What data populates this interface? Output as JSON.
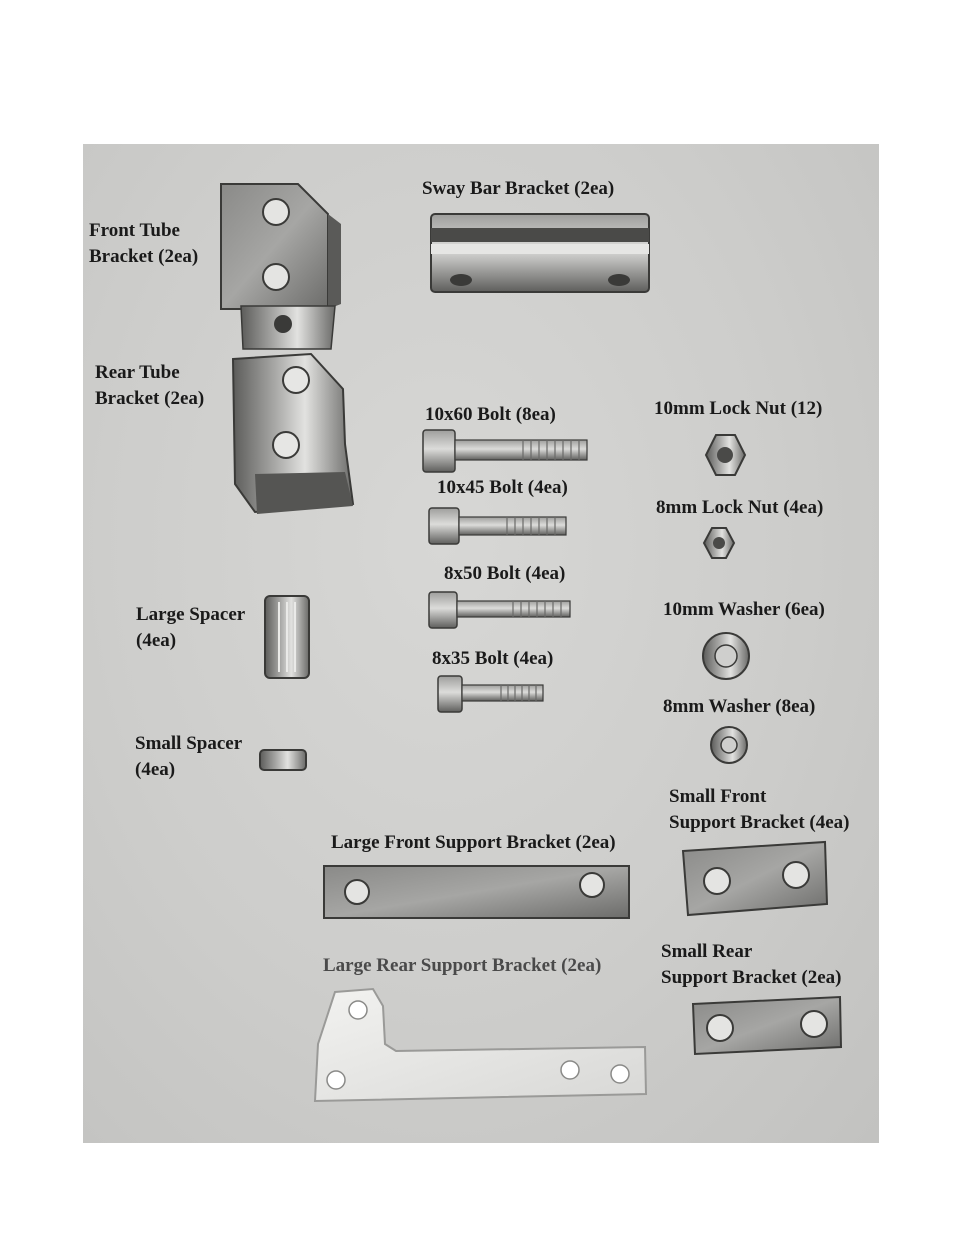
{
  "labels": {
    "front_tube_bracket": [
      "Front Tube",
      "Bracket (2ea)"
    ],
    "sway_bar_bracket": "Sway Bar Bracket (2ea)",
    "rear_tube_bracket": [
      "Rear Tube",
      "Bracket (2ea)"
    ],
    "bolt_10x60": "10x60 Bolt (8ea)",
    "lock_nut_10mm": "10mm Lock Nut (12)",
    "bolt_10x45": "10x45 Bolt (4ea)",
    "lock_nut_8mm": "8mm Lock Nut (4ea)",
    "bolt_8x50": "8x50 Bolt (4ea)",
    "large_spacer": [
      "Large Spacer",
      "(4ea)"
    ],
    "washer_10mm": "10mm Washer (6ea)",
    "bolt_8x35": "8x35 Bolt (4ea)",
    "washer_8mm": "8mm Washer (8ea)",
    "small_spacer": [
      "Small Spacer",
      "(4ea)"
    ],
    "small_front_support_bracket": [
      "Small Front",
      "Support Bracket (4ea)"
    ],
    "large_front_support_bracket": "Large Front Support Bracket (2ea)",
    "small_rear_support_bracket": [
      "Small Rear",
      "Support Bracket (2ea)"
    ],
    "large_rear_support_bracket": "Large Rear Support Bracket (2ea)"
  },
  "colors": {
    "background": "#cfcfcd",
    "metal_dark": "#6e6e6c",
    "metal_mid": "#9a9a98",
    "metal_light": "#d2d2d0",
    "text": "#1a1a1a"
  }
}
